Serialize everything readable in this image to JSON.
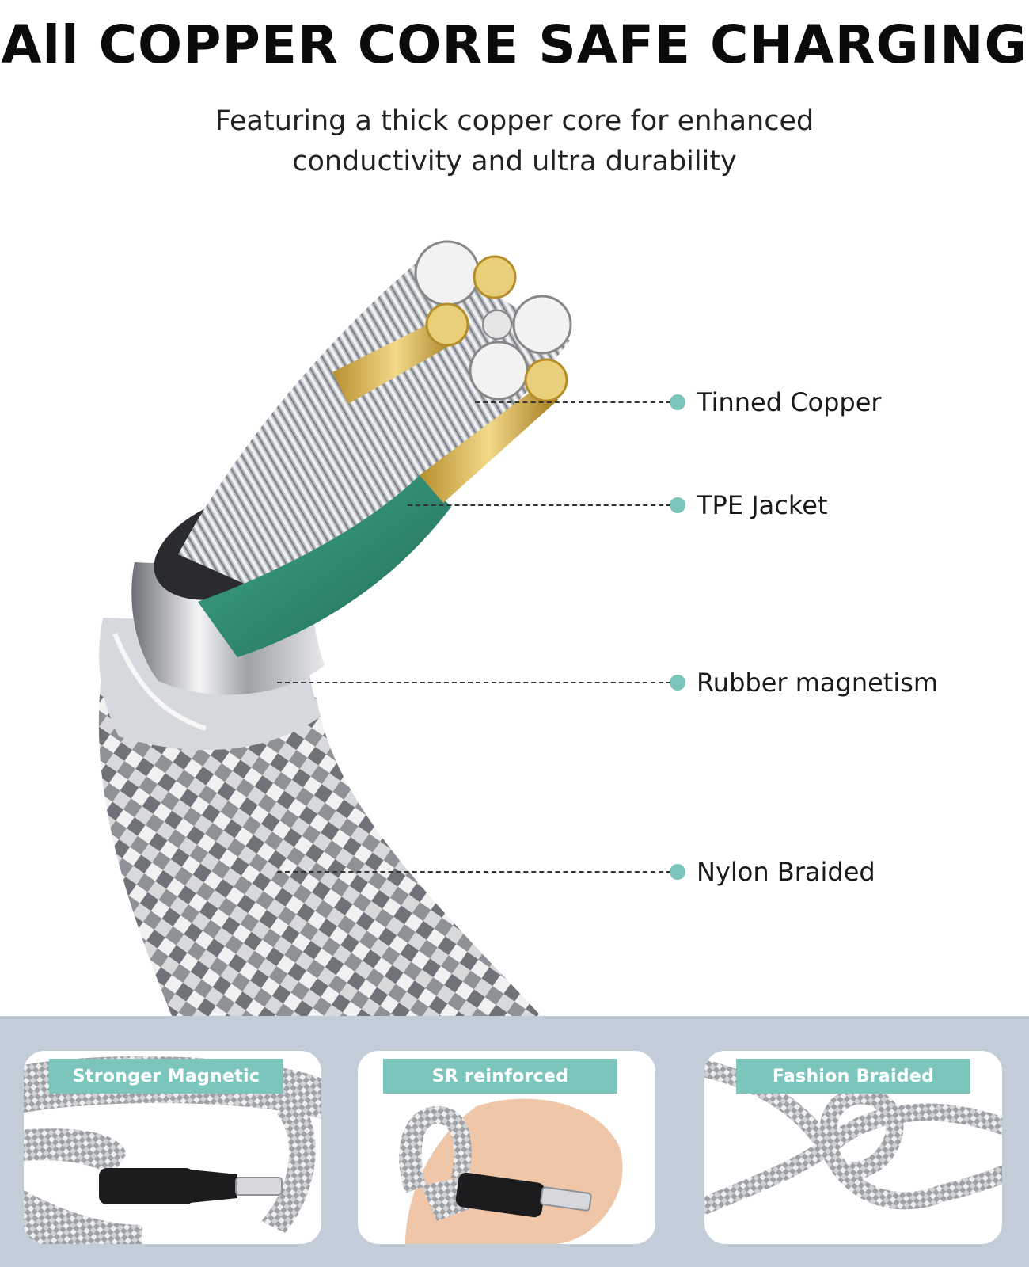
{
  "header": {
    "title": "All COPPER CORE SAFE CHARGING",
    "subtitle_line1": "Featuring a thick copper core for enhanced",
    "subtitle_line2": "conductivity and ultra durability"
  },
  "callouts": [
    {
      "label": "Tinned Copper"
    },
    {
      "label": "TPE Jacket"
    },
    {
      "label": "Rubber magnetism"
    },
    {
      "label": "Nylon Braided"
    }
  ],
  "features": [
    {
      "label": "Stronger Magnetic"
    },
    {
      "label": "SR reinforced"
    },
    {
      "label": "Fashion Braided"
    }
  ],
  "colors": {
    "accent_teal": "#7cc5bd",
    "band_blue": "#c3ccd9",
    "red_wire": "#c23b3b",
    "green_wire": "#2f8a72",
    "gold_core": "#d9b45a"
  }
}
